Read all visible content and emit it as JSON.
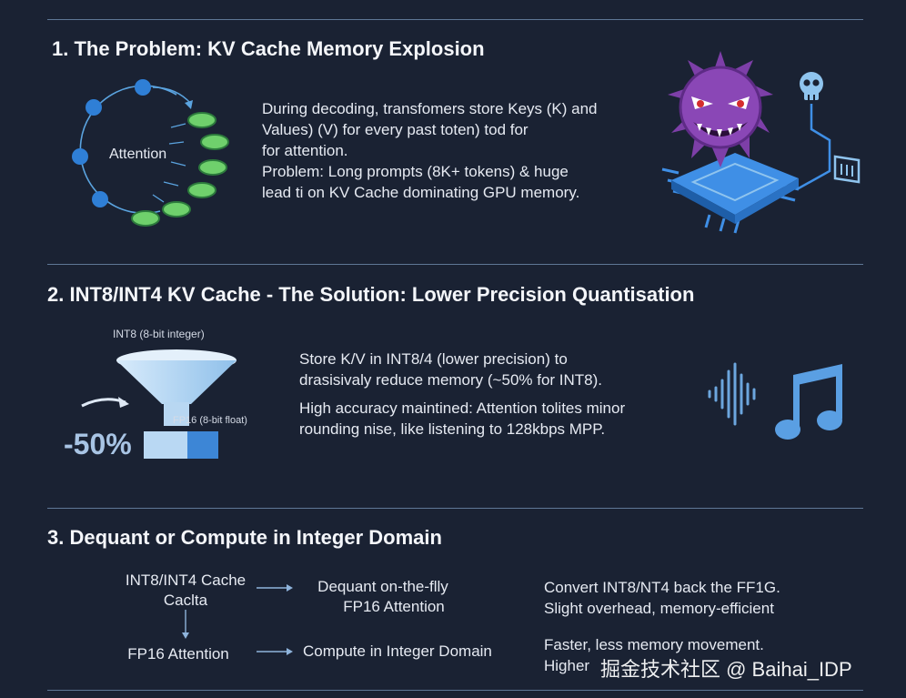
{
  "section1": {
    "heading": "1. The Problem: KV Cache Memory Explosion",
    "diagram_label": "Attention",
    "text": [
      "During decoding, transfomers store Keys (K) and",
      "Values) (V) for every past toten) tod for",
      "for attention.",
      "Problem: Long prompts (8K+ tokens) & huge",
      "lead ti on KV Cache dominating GPU memory."
    ],
    "icons": [
      "virus-monster-icon",
      "gpu-chip-icon",
      "skull-icon",
      "memory-card-icon"
    ]
  },
  "section2": {
    "heading": "2. INT8/INT4 KV Cache - The Solution: Lower Precision Quantisation",
    "funnel_top_label": "INT8 (8-bit integer)",
    "funnel_side_label": "FP16 (8-bit float)",
    "reduction": "-50%",
    "text": [
      "Store K/V in INT8/4 (lower precision) to",
      "drasisivaly reduce memory (~50% for INT8).",
      "High accuracy maintined: Attention tolites minor",
      "rounding nise, like listening to 128kbps MPP."
    ],
    "icons": [
      "funnel-icon",
      "sound-wave-icon",
      "music-note-icon"
    ]
  },
  "section3": {
    "heading": "3. Dequant or Compute in Integer Domain",
    "cache_label_line1": "INT8/INT4 Cache",
    "cache_label_line2": "Caclta",
    "dequant_line1": "Dequant on-the-flly",
    "dequant_line2": "FP16 Attention",
    "fp16_label": "FP16 Attention",
    "compute_label": "Compute in Integer Domain",
    "desc1_line1": "Convert INT8/NT4 back the FF1G.",
    "desc1_line2": "Slight overhead, memory-efficient",
    "desc2_line1": "Faster, less memory movement.",
    "desc2_line2": "Higher"
  },
  "watermark": "掘金技术社区 @ Baihai_IDP",
  "colors": {
    "background": "#1a2233",
    "rule": "#5f7796",
    "node_blue": "#2f7fd6",
    "token_green": "#6fd06c",
    "virus_purple": "#7d3fa8",
    "chip_blue": "#3f8fe6",
    "accent_light_blue": "#8fc4ee"
  }
}
